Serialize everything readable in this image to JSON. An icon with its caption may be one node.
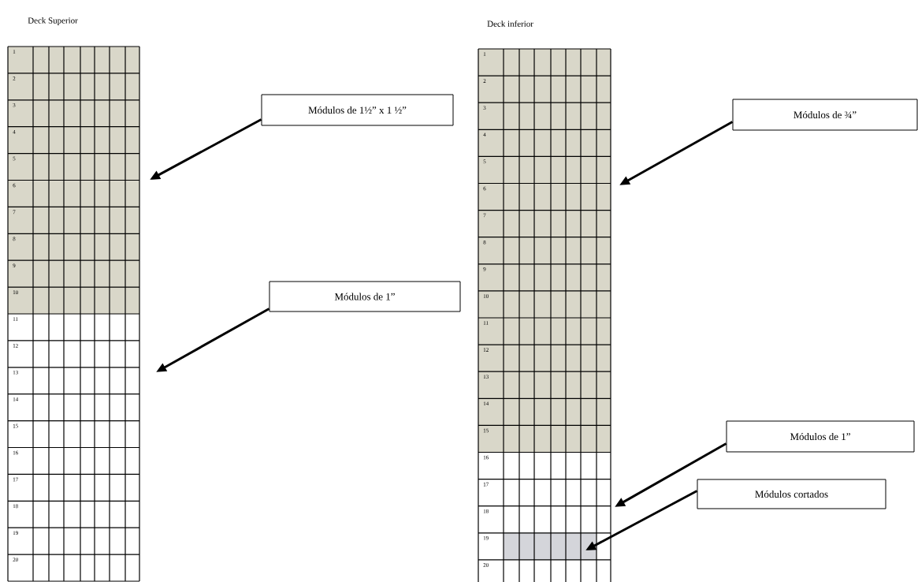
{
  "diagram": {
    "nodes": [
      {
        "text": [
          "Módulos de 1½” x 1 ½”"
        ]
      },
      {
        "text": [
          "Módulos de 1”"
        ]
      },
      {
        "text": [
          "Módulos de ¾”"
        ]
      },
      {
        "text": [
          "Módulos de 1”"
        ]
      },
      {
        "text": [
          "Módulos cortados"
        ]
      }
    ],
    "edges": [
      {
        "from": 0,
        "to": null,
        "arrow": "to"
      },
      {
        "from": 1,
        "to": null,
        "arrow": "to"
      },
      {
        "from": 2,
        "to": null,
        "arrow": "to"
      },
      {
        "from": 3,
        "to": null,
        "arrow": "to"
      },
      {
        "from": 4,
        "to": null,
        "arrow": "to"
      }
    ],
    "labels": [
      "Deck Superior",
      "1",
      "2",
      "3",
      "4",
      "5",
      "6",
      "7",
      "8",
      "9",
      "10",
      "11",
      "12",
      "13",
      "14",
      "15",
      "16",
      "17",
      "18",
      "19",
      "20",
      "Deck inferior",
      "1",
      "2",
      "3",
      "4",
      "5",
      "6",
      "7",
      "8",
      "9",
      "10",
      "11",
      "12",
      "13",
      "14",
      "15",
      "16",
      "17",
      "18",
      "19",
      "20"
    ]
  }
}
